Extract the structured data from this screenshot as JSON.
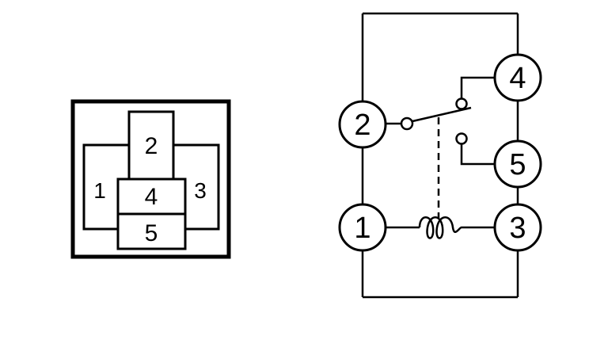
{
  "connector_view": {
    "pins": {
      "p1": "1",
      "p2": "2",
      "p3": "3",
      "p4": "4",
      "p5": "5"
    }
  },
  "schematic": {
    "terminals": {
      "t1": "1",
      "t2": "2",
      "t3": "3",
      "t4": "4",
      "t5": "5"
    }
  }
}
